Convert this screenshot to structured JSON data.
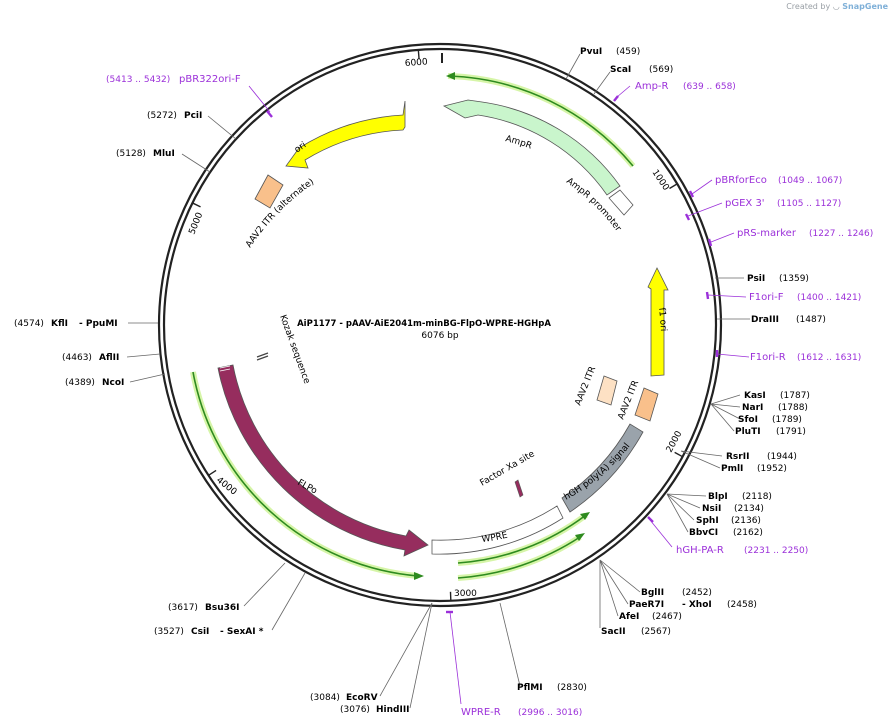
{
  "credit": {
    "prefix": "Created by",
    "brand": "SnapGene"
  },
  "plasmid": {
    "name": "AiP1177 - pAAV-AiE2041m-minBG-FlpO-WPRE-HGHpA",
    "size_label": "6076 bp",
    "length": 6076
  },
  "colors": {
    "backbone": "#222222",
    "primer": "#9b30d9",
    "primer_text": "#9b30d9",
    "site_text": "#000000",
    "pos_text": "#000000",
    "ampr": "#c9f5cc",
    "ori": "#ffff00",
    "f1ori": "#ffff00",
    "itr": "#f9c08b",
    "itr_alt": "#fde1c4",
    "flpo": "#962d5e",
    "hgh": "#9aa3ab",
    "wpre": "#ffffff",
    "orf_line": "#2e8b1f",
    "orf_glow": "#d6f5a8",
    "promoter": "#ffffff"
  },
  "ticks": [
    {
      "label": "1000",
      "bp": 1000
    },
    {
      "label": "2000",
      "bp": 2000
    },
    {
      "label": "3000",
      "bp": 3000
    },
    {
      "label": "4000",
      "bp": 4000
    },
    {
      "label": "5000",
      "bp": 5000
    },
    {
      "label": "6000",
      "bp": 6000
    }
  ],
  "sites": [
    {
      "name": "PvuI",
      "pos": "(459)"
    },
    {
      "name": "ScaI",
      "pos": "(569)"
    },
    {
      "name": "PsiI",
      "pos": "(1359)"
    },
    {
      "name": "DraIII",
      "pos": "(1487)"
    },
    {
      "name": "KasI",
      "pos": "(1787)"
    },
    {
      "name": "NarI",
      "pos": "(1788)"
    },
    {
      "name": "SfoI",
      "pos": "(1789)"
    },
    {
      "name": "PluTI",
      "pos": "(1791)"
    },
    {
      "name": "RsrII",
      "pos": "(1944)"
    },
    {
      "name": "PmlI",
      "pos": "(1952)"
    },
    {
      "name": "BlpI",
      "pos": "(2118)"
    },
    {
      "name": "NsiI",
      "pos": "(2134)"
    },
    {
      "name": "SphI",
      "pos": "(2136)"
    },
    {
      "name": "BbvCI",
      "pos": "(2162)"
    },
    {
      "name": "BglII",
      "pos": "(2452)"
    },
    {
      "name": "PaeR7I",
      "pos": "(2458)",
      "extra": "- XhoI"
    },
    {
      "name": "AfeI",
      "pos": "(2467)"
    },
    {
      "name": "SacII",
      "pos": "(2567)"
    },
    {
      "name": "PflMI",
      "pos": "(2830)"
    },
    {
      "name": "EcoRV",
      "pos": "(3084)"
    },
    {
      "name": "HindIII",
      "pos": "(3076)"
    },
    {
      "name": "CsiI",
      "pos": "(3527)",
      "extra": "- SexAI *"
    },
    {
      "name": "Bsu36I",
      "pos": "(3617)"
    },
    {
      "name": "NcoI",
      "pos": "(4389)"
    },
    {
      "name": "AflII",
      "pos": "(4463)"
    },
    {
      "name": "KflI",
      "pos": "(4574)",
      "extra": "- PpuMI"
    },
    {
      "name": "MluI",
      "pos": "(5128)"
    },
    {
      "name": "PciI",
      "pos": "(5272)"
    }
  ],
  "primers": [
    {
      "name": "Amp-R",
      "range": "(639 .. 658)"
    },
    {
      "name": "pBRforEco",
      "range": "(1049 .. 1067)"
    },
    {
      "name": "pGEX 3'",
      "range": "(1105 .. 1127)"
    },
    {
      "name": "pRS-marker",
      "range": "(1227 .. 1246)"
    },
    {
      "name": "F1ori-F",
      "range": "(1400 .. 1421)"
    },
    {
      "name": "F1ori-R",
      "range": "(1612 .. 1631)"
    },
    {
      "name": "hGH-PA-R",
      "range": "(2231 .. 2250)"
    },
    {
      "name": "WPRE-R",
      "range": "(2996 .. 3016)"
    },
    {
      "name": "pBR322ori-F",
      "range": "(5413 .. 5432)"
    }
  ],
  "features": [
    {
      "name": "AmpR",
      "kind": "cds"
    },
    {
      "name": "AmpR promoter",
      "kind": "promoter"
    },
    {
      "name": "ori",
      "kind": "rep_origin"
    },
    {
      "name": "AAV2 ITR (alternate)",
      "kind": "repeat"
    },
    {
      "name": "f1 ori",
      "kind": "rep_origin"
    },
    {
      "name": "AAV2 ITR",
      "kind": "repeat"
    },
    {
      "name": "AAV2 ITR",
      "kind": "repeat"
    },
    {
      "name": "hGH poly(A) signal",
      "kind": "polyA"
    },
    {
      "name": "WPRE",
      "kind": "misc"
    },
    {
      "name": "Factor Xa site",
      "kind": "site"
    },
    {
      "name": "FLPo",
      "kind": "cds"
    },
    {
      "name": "Kozak sequence",
      "kind": "misc"
    }
  ]
}
